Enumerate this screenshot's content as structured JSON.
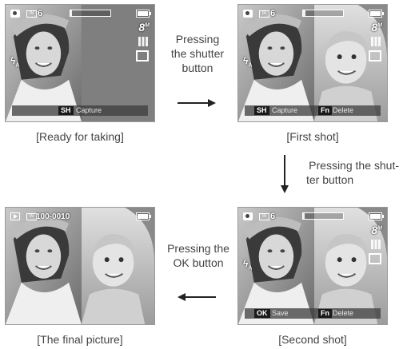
{
  "screens": {
    "ready": {
      "shots": "6",
      "progress": 0.04,
      "resolution": "8",
      "resolution_unit": "M",
      "flash": "A",
      "key": "SH",
      "key_label": "Capture",
      "caption": "[Ready for taking]"
    },
    "first": {
      "shots": "6",
      "progress": 0.05,
      "resolution": "8",
      "resolution_unit": "M",
      "flash": "A",
      "key1": "SH",
      "key1_label": "Capture",
      "key2": "Fn",
      "key2_label": "Delete",
      "caption": "[First shot]"
    },
    "second": {
      "shots": "6",
      "progress": 0.03,
      "resolution": "8",
      "resolution_unit": "M",
      "flash": "A",
      "key1": "OK",
      "key1_label": "Save",
      "key2": "Fn",
      "key2_label": "Delete",
      "caption": "[Second shot]"
    },
    "final": {
      "file_number": "100-0010",
      "caption": "[The final picture]"
    }
  },
  "instructions": {
    "step1_line1": "Pressing",
    "step1_line2": "the shutter",
    "step1_line3": "button",
    "step2_line1": "Pressing the shut-",
    "step2_line2": "ter button",
    "step3_line1": "Pressing the",
    "step3_line2": "OK button"
  },
  "colors": {
    "screen_bg": "#7a7a7a",
    "osd_text": "#ffffff",
    "key_bg": "#1a1a1a",
    "arrow": "#222222"
  }
}
